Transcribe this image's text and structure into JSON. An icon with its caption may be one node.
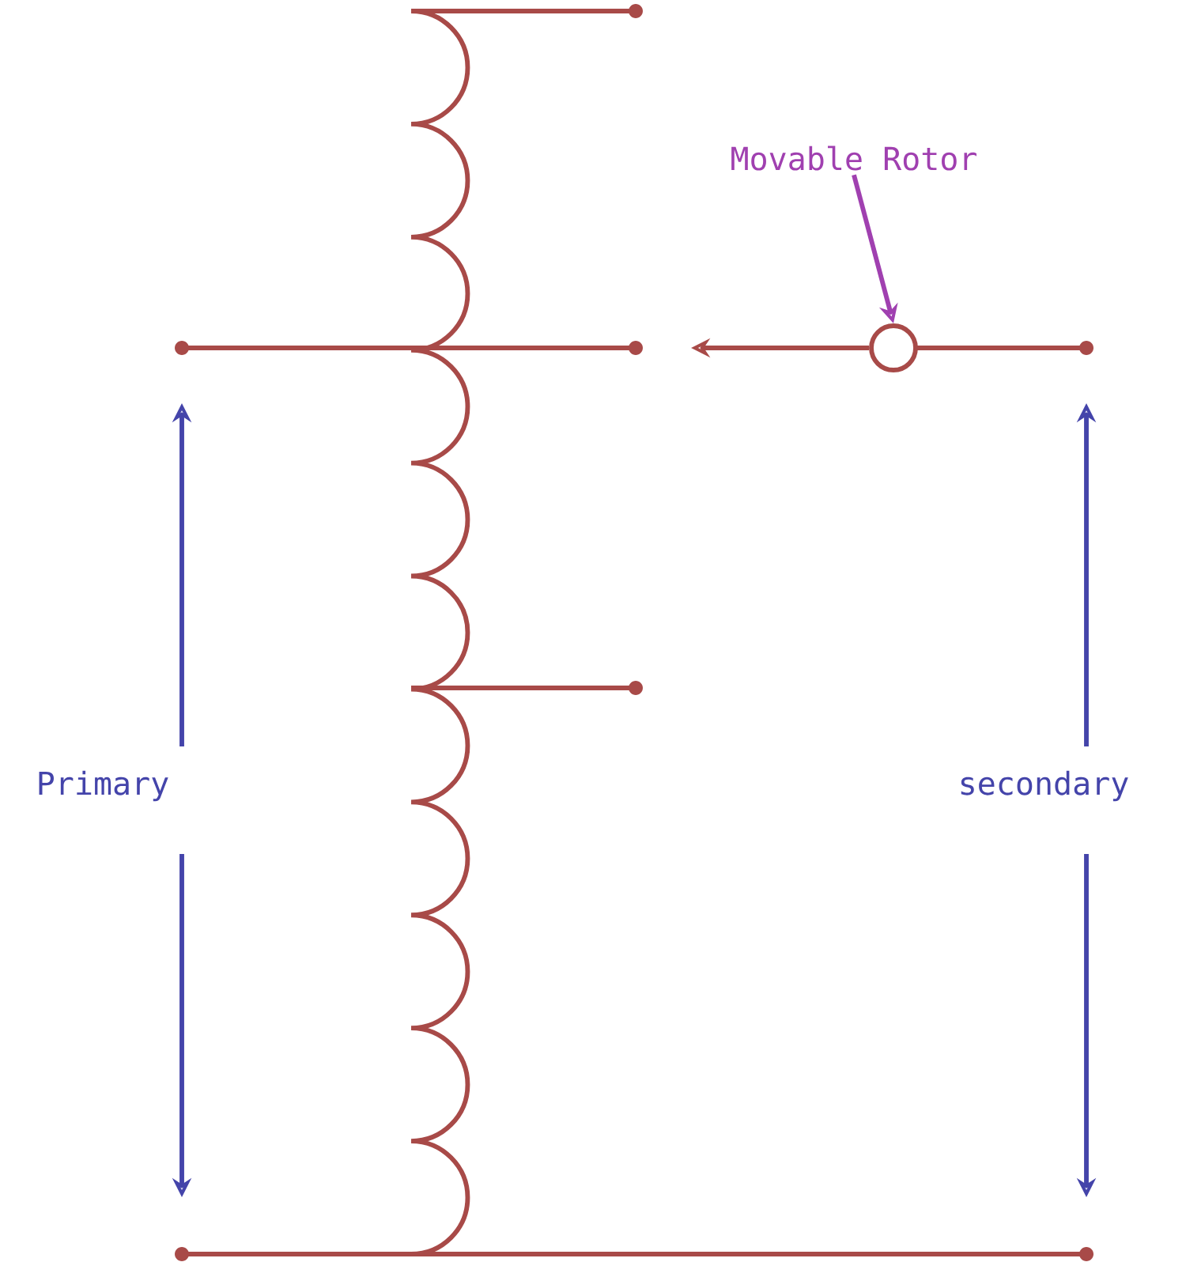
{
  "diagram": {
    "nodes": [
      {
        "text": [
          "Movable Rotor"
        ]
      },
      {
        "text": [],
        "shape": "circle"
      }
    ],
    "edges": [
      {
        "from": 0,
        "to": 1,
        "arrow": "to",
        "color": "#a040b0"
      },
      {
        "from": 1,
        "to": null,
        "arrow": "to",
        "color": "#a84a48"
      }
    ],
    "labels": [
      "Primary",
      "secondary"
    ]
  }
}
